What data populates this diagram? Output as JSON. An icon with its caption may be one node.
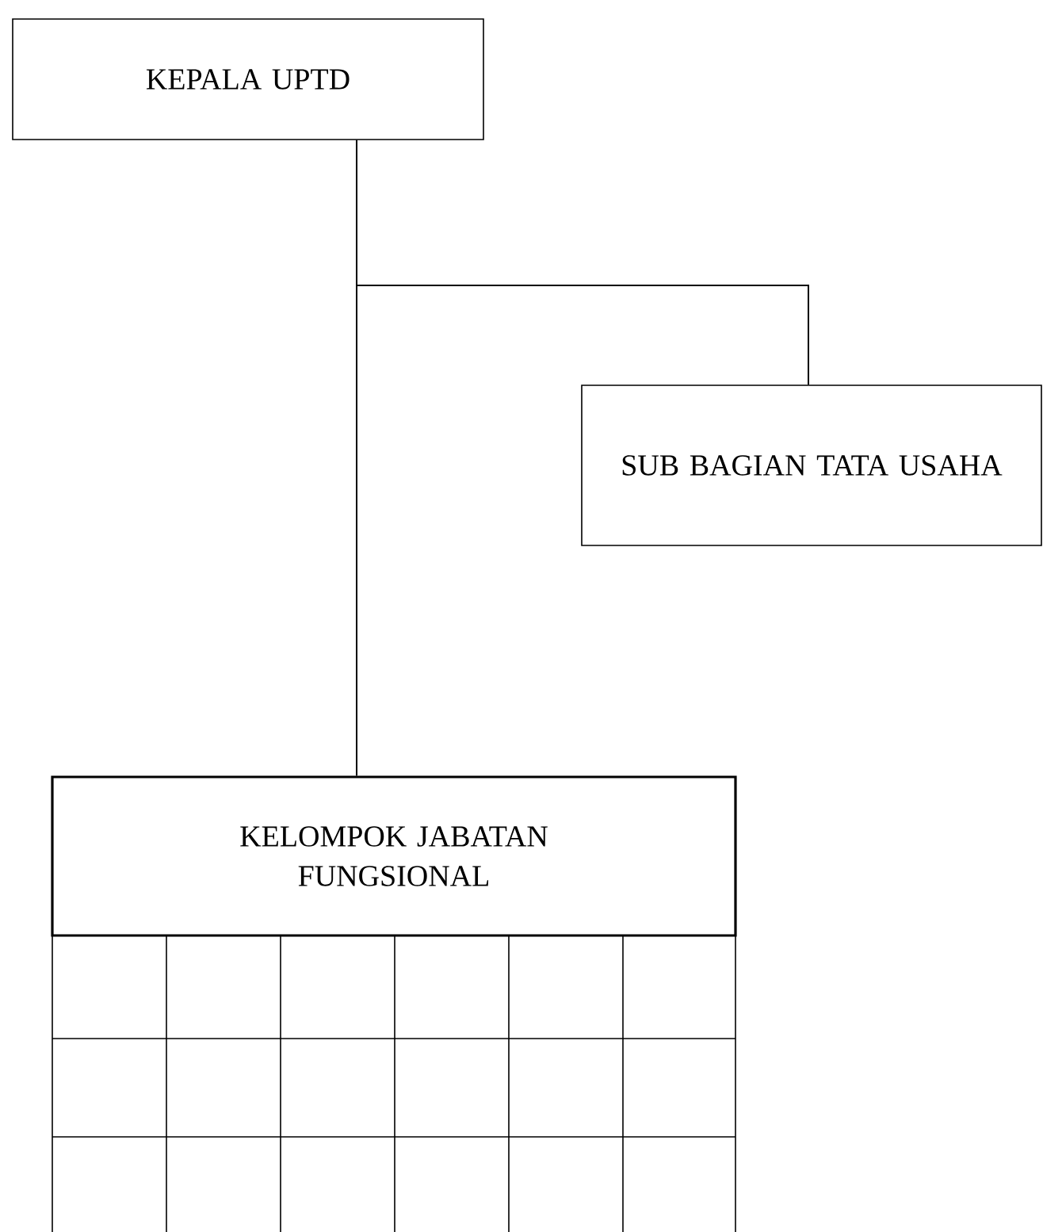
{
  "diagram": {
    "nodes": [
      {
        "text": [
          "KEPALA UPTD"
        ]
      },
      {
        "text": [
          "SUB BAGIAN TATA USAHA"
        ]
      },
      {
        "text": [
          "KELOMPOK JABATAN FUNGSIONAL"
        ]
      }
    ],
    "edges": [
      {
        "from": 0,
        "to": 1,
        "arrow": "none"
      },
      {
        "from": 0,
        "to": 2,
        "arrow": "none"
      }
    ]
  }
}
